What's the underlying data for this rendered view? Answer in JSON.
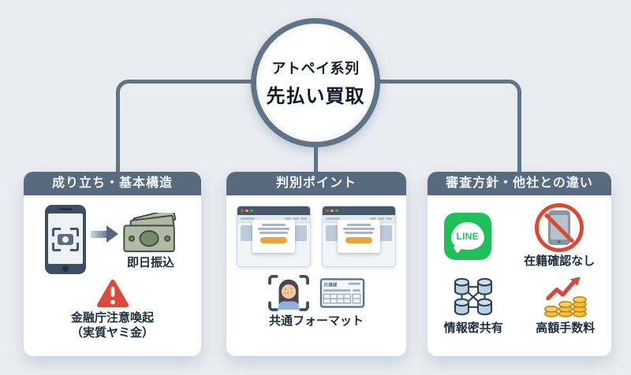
{
  "center": {
    "title_line1": "アトペイ系列",
    "title_line2": "先払い買取"
  },
  "panels": [
    {
      "header": "成り立ち・基本構造",
      "items": [
        {
          "label": "即日振込"
        },
        {
          "label": "金融庁注意喚起",
          "sublabel": "（実質ヤミ金）"
        }
      ]
    },
    {
      "header": "判別ポイント",
      "items": [
        {
          "label": "共通フォーマット"
        }
      ]
    },
    {
      "header": "審査方針・他社との違い",
      "items": [
        {
          "label": "在籍確認なし"
        },
        {
          "label": "情報密共有"
        },
        {
          "label": "高額手数料"
        }
      ]
    }
  ],
  "brand": {
    "line_label": "LINE"
  },
  "slip": {
    "label": "共通様"
  },
  "colors": {
    "background": "#e9ecf1",
    "connector": "#5f7389",
    "panel_header": "#586b7e",
    "warning_red": "#db4b3a",
    "line_green": "#1fc05a",
    "prohibit_red": "#db4a33",
    "coin_gold": "#f6c044",
    "arrow_red": "#d5473a",
    "cash_green": "#b0baa5",
    "db_blue": "#b9d0e4"
  }
}
